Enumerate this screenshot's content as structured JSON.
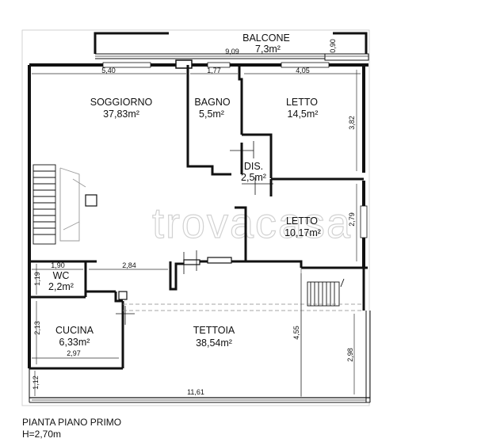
{
  "watermark": "trovacasa",
  "caption": {
    "title": "PIANTA PIANO PRIMO",
    "height": "H=2,70m"
  },
  "rooms": {
    "balcone": {
      "name": "BALCONE",
      "area": "7,3m²"
    },
    "soggiorno": {
      "name": "SOGGIORNO",
      "area": "37,83m²"
    },
    "bagno": {
      "name": "BAGNO",
      "area": "5,5m²"
    },
    "letto1": {
      "name": "LETTO",
      "area": "14,5m²"
    },
    "dis": {
      "name": "DIS.",
      "area": "2,5m²"
    },
    "letto2": {
      "name": "LETTO",
      "area": "10,17m²"
    },
    "wc": {
      "name": "WC",
      "area": "2,2m²"
    },
    "cucina": {
      "name": "CUCINA",
      "area": "6,33m²"
    },
    "tettoia": {
      "name": "TETTOIA",
      "area": "38,54m²"
    }
  },
  "dimensions": {
    "balcone_width": "9,09",
    "balcone_depth": "0,90",
    "soggiorno_width": "5,40",
    "bagno_width": "1,77",
    "letto1_width": "4,05",
    "letto1_depth": "3,82",
    "letto2_depth": "2,79",
    "wc_width": "1,90",
    "corridor_width": "2,84",
    "wc_depth": "1,19",
    "cucina_depth": "2,13",
    "cucina_width": "2,97",
    "tettoia_depth": "4,55",
    "tettoia_side": "2,98",
    "bottom_depth": "1,12",
    "total_width": "11,61"
  }
}
